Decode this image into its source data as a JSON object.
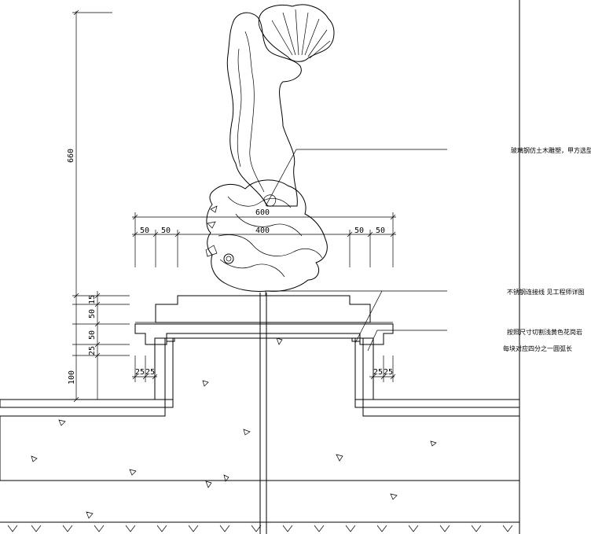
{
  "dimensions": {
    "height_total": "660",
    "width_outer": "600",
    "width_inner": "400",
    "offset_left_1": "50",
    "offset_left_2": "50",
    "offset_right_1": "50",
    "offset_right_2": "50",
    "cap_height": "50",
    "cap_gap": "15",
    "rim_height": "50",
    "rim_step": "25",
    "curb_height": "100",
    "curb_left_a": "25",
    "curb_left_b": "25",
    "curb_right_a": "25",
    "curb_right_b": "25"
  },
  "notes": {
    "sculpture": "玻璃钢仿土木雕塑，甲方选型",
    "pipe": "不锈钢连接线 见工程师详图",
    "stone_1": "按照尺寸切割浅黄色花岗岩",
    "stone_2": "每块对应四分之一圆弧长"
  }
}
